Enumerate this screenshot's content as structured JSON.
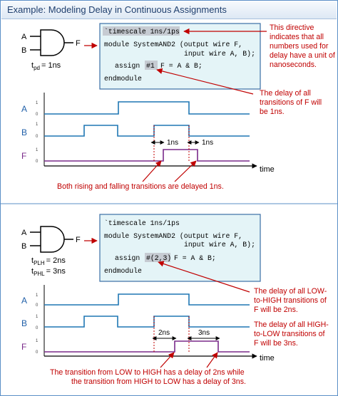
{
  "title": "Example: Modeling Delay in Continuous Assignments",
  "colors": {
    "signal": "#1f77b4",
    "output": "#7a2a8a",
    "annotation": "#c00000",
    "code_bg": "#e4f4f7",
    "code_border": "#3a6ea5"
  },
  "top": {
    "gate": {
      "input_a": "A",
      "input_b": "B",
      "output": "F",
      "delay_prefix": "t",
      "delay_sub": "pd",
      "delay_value": "= 1ns"
    },
    "code": {
      "line1": "`timescale 1ns/1ps",
      "line2": "module SystemAND2 (output wire F,",
      "line3": "input  wire A, B);",
      "line4_prefix": "assign",
      "line4_delay": "#1",
      "line4_suffix": "F = A & B;",
      "line5": "endmodule"
    },
    "note_timescale": [
      "This directive",
      "indicates that all",
      "numbers used for",
      "delay have a unit of",
      "nanoseconds."
    ],
    "note_delay": [
      "The delay of all",
      "transitions of F will",
      "be 1ns."
    ],
    "timing": {
      "signals": [
        "A",
        "B",
        "F"
      ],
      "tick_high": "1",
      "tick_low": "0",
      "time_label": "time",
      "delay_rise": "1ns",
      "delay_fall": "1ns"
    },
    "bottom_note": "Both rising and falling transitions are delayed 1ns."
  },
  "bottom": {
    "gate": {
      "input_a": "A",
      "input_b": "B",
      "output": "F",
      "plh_prefix": "t",
      "plh_sub": "PLH",
      "plh_value": "= 2ns",
      "phl_prefix": "t",
      "phl_sub": "PHL",
      "phl_value": "= 3ns"
    },
    "code": {
      "line1": "`timescale 1ns/1ps",
      "line2": "module SystemAND2 (output wire F,",
      "line3": "input  wire A, B);",
      "line4_prefix": "assign",
      "line4_delay": "#(2,3)",
      "line4_suffix": "F = A & B;",
      "line5": "endmodule"
    },
    "note_lh": [
      "The delay of all LOW-",
      "to-HIGH transitions of",
      "F will be 2ns."
    ],
    "note_hl": [
      "The delay of all HIGH-",
      "to-LOW transitions of",
      "F will be 3ns."
    ],
    "timing": {
      "signals": [
        "A",
        "B",
        "F"
      ],
      "tick_high": "1",
      "tick_low": "0",
      "time_label": "time",
      "delay_rise": "2ns",
      "delay_fall": "3ns"
    },
    "bottom_note": [
      "The transition from LOW to HIGH has a delay of 2ns while",
      "the transition from HIGH to LOW has a delay of 3ns."
    ]
  }
}
